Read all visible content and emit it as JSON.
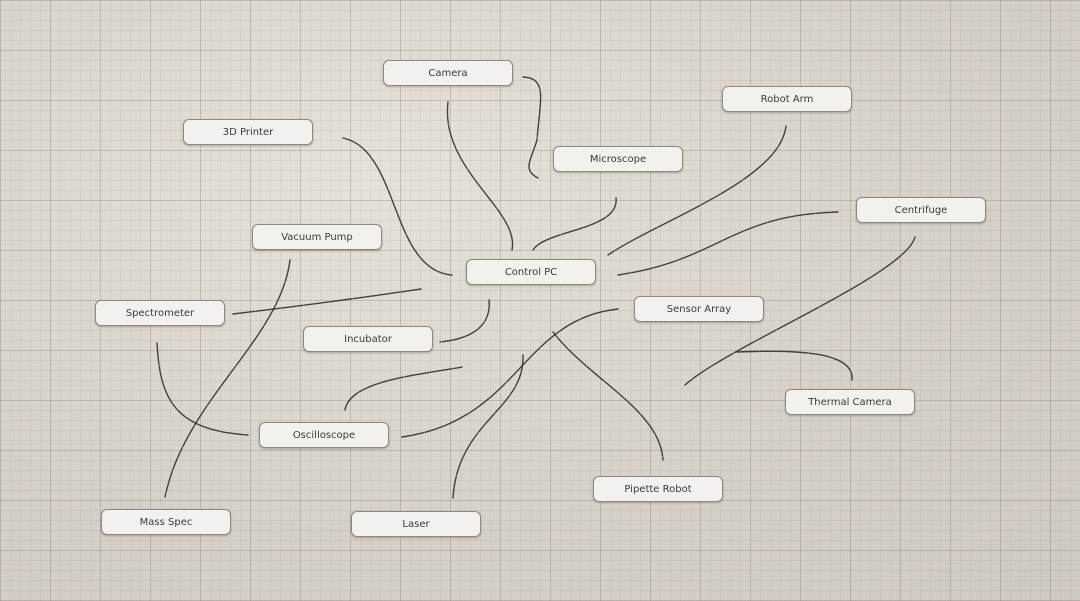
{
  "diagram": {
    "nodes": [
      {
        "id": "camera",
        "label": "Camera"
      },
      {
        "id": "robot-arm",
        "label": "Robot Arm"
      },
      {
        "id": "3d-printer",
        "label": "3D Printer"
      },
      {
        "id": "microscope",
        "label": "Microscope"
      },
      {
        "id": "centrifuge",
        "label": "Centrifuge"
      },
      {
        "id": "vacuum-pump",
        "label": "Vacuum Pump"
      },
      {
        "id": "control-pc",
        "label": "Control PC"
      },
      {
        "id": "sensor-array",
        "label": "Sensor Array"
      },
      {
        "id": "spectrometer",
        "label": "Spectrometer"
      },
      {
        "id": "incubator",
        "label": "Incubator"
      },
      {
        "id": "thermal-camera",
        "label": "Thermal Camera"
      },
      {
        "id": "oscilloscope",
        "label": "Oscilloscope"
      },
      {
        "id": "pipette-robot",
        "label": "Pipette Robot"
      },
      {
        "id": "mass-spec",
        "label": "Mass Spec"
      },
      {
        "id": "laser",
        "label": "Laser"
      }
    ]
  }
}
